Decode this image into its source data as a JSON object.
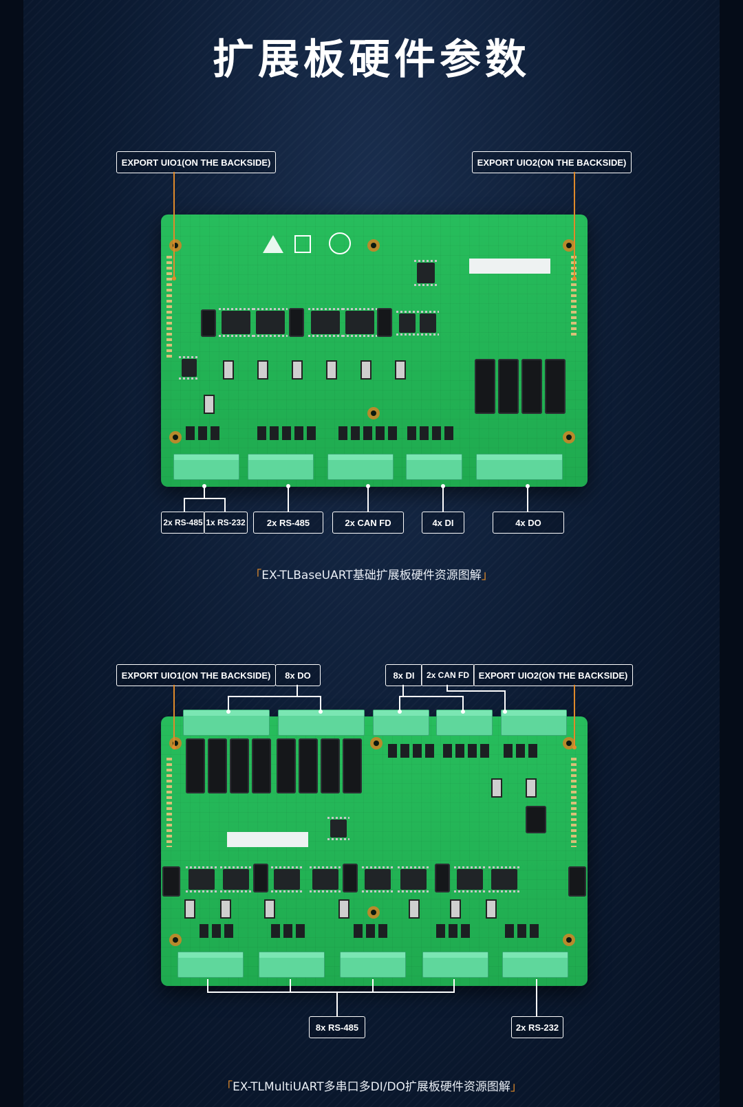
{
  "title": "扩展板硬件参数",
  "board1": {
    "export1": "EXPORT UIO1(ON THE BACKSIDE)",
    "export2": "EXPORT UIO2(ON THE BACKSIDE)",
    "rs485": "2x RS-485",
    "rs232": "1x RS-232",
    "rs485b": "2x RS-485",
    "can": "2x CAN FD",
    "di": "4x DI",
    "do": "4x DO",
    "caption_open": "「",
    "caption": "EX-TLBaseUART基础扩展板硬件资源图解",
    "caption_close": "」"
  },
  "board2": {
    "export1": "EXPORT UIO1(ON THE BACKSIDE)",
    "do": "8x DO",
    "di": "8x DI",
    "can": "2x CAN FD",
    "export2": "EXPORT UIO2(ON THE BACKSIDE)",
    "rs485": "8x RS-485",
    "rs232": "2x RS-232",
    "caption_open": "「",
    "caption": "EX-TLMultiUART多串口多DI/DO扩展板硬件资源图解",
    "caption_close": "」"
  },
  "colors": {
    "pcb": "#22b152",
    "accent": "#e08a2a",
    "terminal": "#5fd79c"
  }
}
